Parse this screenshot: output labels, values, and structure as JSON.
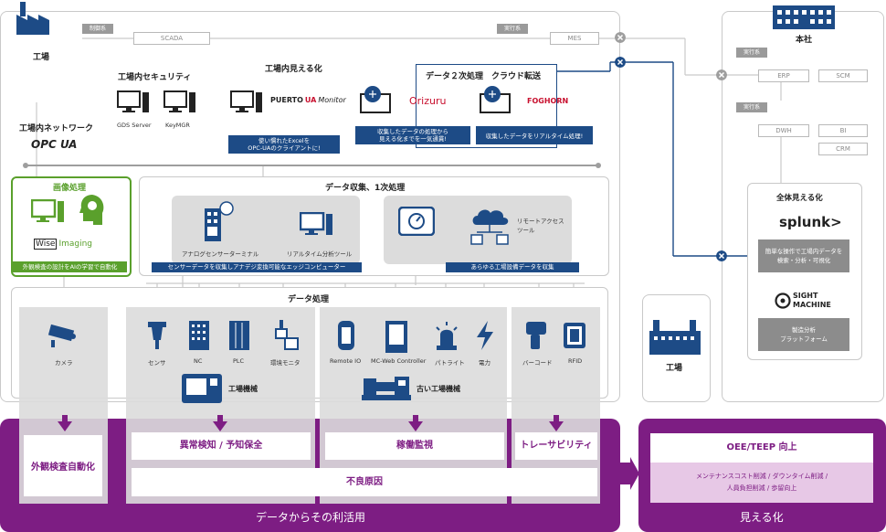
{
  "factory": {
    "title": "工場",
    "tag_control": "制御系",
    "scada": "SCADA",
    "tag_exec": "実行系",
    "mes": "MES"
  },
  "hq": {
    "title": "本社",
    "tag_exec1": "実行系",
    "erp": "ERP",
    "scm": "SCM",
    "tag_exec2": "実行系",
    "dwh": "DWH",
    "bi": "BI",
    "crm": "CRM"
  },
  "network": {
    "title": "工場内ネットワーク",
    "logo": "OPC UA"
  },
  "security": {
    "title": "工場内セキュリティ",
    "gds": "GDS Server",
    "keymgr": "KeyMGR"
  },
  "visual": {
    "title": "工場内見える化",
    "logo_a": "PUERTO",
    "logo_b": "UA",
    "logo_c": "Monitor",
    "caption": "使い慣れたExcelを\nOPC-UAのクライアントに!"
  },
  "cloud": {
    "title": "データ２次処理　クラウド転送",
    "orizuru": "Orizuru",
    "foghorn": "FOGHORN",
    "caption1": "収集したデータの処理から\n見える化までを一気通貫!",
    "caption2": "収集したデータをリアルタイム処理!"
  },
  "image": {
    "title": "画像処理",
    "logo_a": "Wise",
    "logo_b": "Imaging",
    "caption": "外観検査の設計をAIの学習で自動化"
  },
  "collect": {
    "title": "データ収集、1次処理",
    "analog": "アナログセンサーターミナル",
    "realtime": "リアルタイム分析ツール",
    "edge_caption": "センサーデータを収集しアナデジ変換可能なエッジコンピューター",
    "remote_tool": "リモートアクセス\nツール",
    "equip_caption": "あらゆる工場設備データを収集"
  },
  "processing": {
    "title": "データ処理",
    "camera": "カメラ",
    "sensor": "センサ",
    "nc": "NC",
    "plc": "PLC",
    "env": "環境モニタ",
    "remote_io": "Remote IO",
    "mc": "MC-Web Controller",
    "patlite": "パトライト",
    "power": "電力",
    "barcode": "バーコード",
    "rfid": "RFID",
    "machine": "工場機械",
    "old_machine": "古い工場機械"
  },
  "right_factory": {
    "title": "工場"
  },
  "overall": {
    "title": "全体見える化",
    "splunk": "splunk>",
    "splunk_desc": "簡単な操作で工場内データを\n検索・分析・可視化",
    "sight_a": "SIGHT",
    "sight_b": "MACHINE",
    "sight_desc": "製造分析\nプラットフォーム"
  },
  "usage": {
    "footer": "データからその利活用",
    "b1": "外観検査自動化",
    "b2": "異常検知 / 予知保全",
    "b3": "稼働監視",
    "b4": "トレーサビリティ",
    "b5": "不良原因"
  },
  "vis": {
    "footer": "見える化",
    "oee": "OEE/TEEP 向上",
    "effects": "メンテナンスコスト削減 / ダウンタイム削減 /\n人員負担削減 / 歩留向上"
  },
  "colors": {
    "navy": "#1d4b86",
    "purple": "#7d1d83",
    "green": "#5aa02c",
    "grey": "#dcdcdc"
  }
}
